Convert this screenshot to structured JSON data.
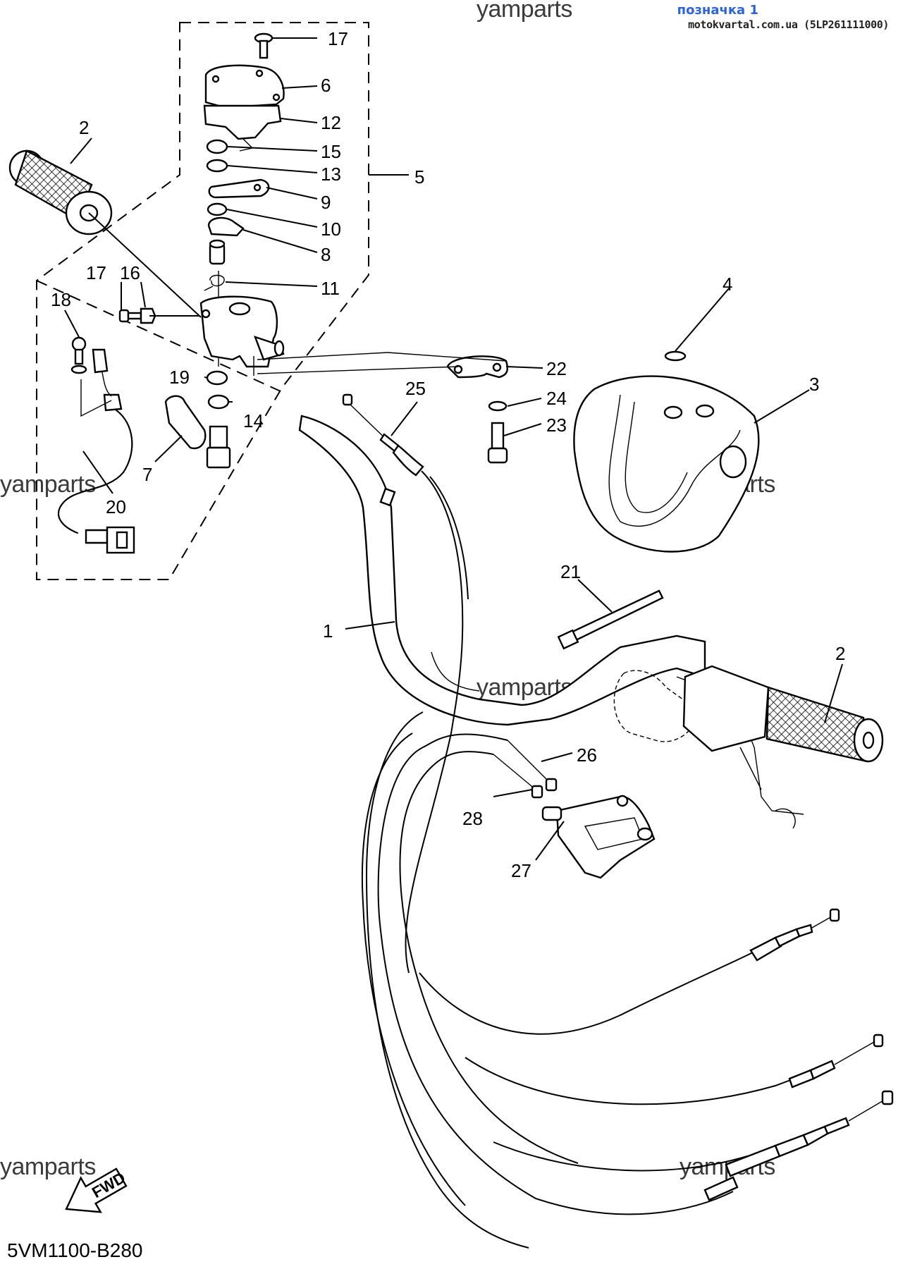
{
  "header": {
    "title": "позначка 1",
    "source": "motokvartal.com.ua (5LP261111000)"
  },
  "watermark": "yamparts",
  "diagram_code": "5VM1100-B280",
  "fwd_label": "FWD",
  "callouts": {
    "c1": "1",
    "c2a": "2",
    "c2b": "2",
    "c3": "3",
    "c4": "4",
    "c5": "5",
    "c6": "6",
    "c7": "7",
    "c8": "8",
    "c9": "9",
    "c10": "10",
    "c11": "11",
    "c12": "12",
    "c13": "13",
    "c14": "14",
    "c15": "15",
    "c16": "16",
    "c17a": "17",
    "c17b": "17",
    "c18": "18",
    "c19": "19",
    "c20": "20",
    "c21": "21",
    "c22": "22",
    "c23": "23",
    "c24": "24",
    "c25": "25",
    "c26": "26",
    "c27": "27",
    "c28": "28"
  },
  "colors": {
    "header_title": "#2b63d8",
    "line": "#000000",
    "watermark": "#3b3b3b"
  }
}
